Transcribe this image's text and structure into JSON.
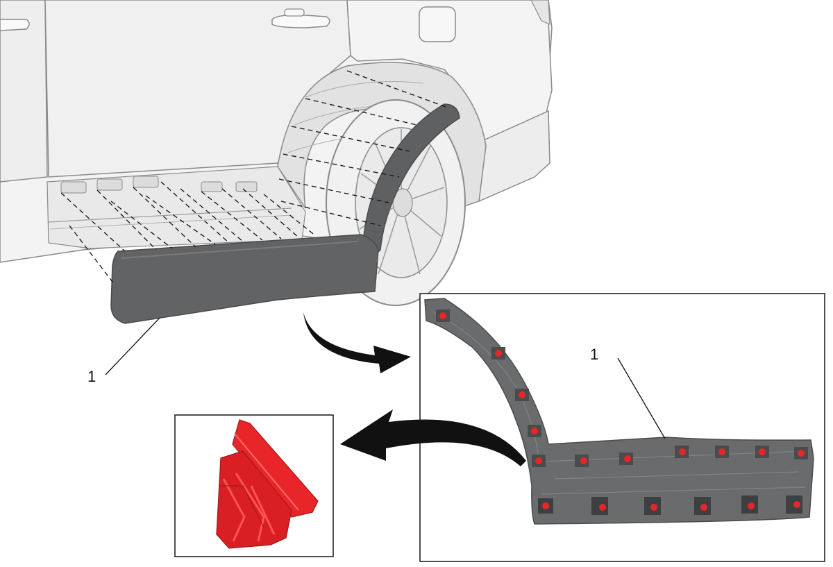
{
  "callouts": [
    {
      "label": "1",
      "target": "molding-on-vehicle"
    },
    {
      "label": "1",
      "target": "molding-detail-view"
    }
  ],
  "fastener_count": 17,
  "colors": {
    "molding": "#5f6061",
    "molding_dark": "#4a4b4c",
    "fastener": "#e8262a",
    "body_panel": "#f2f2f2",
    "outline": "#8a8a8a",
    "frame": "#222222",
    "arrow": "#111111"
  }
}
